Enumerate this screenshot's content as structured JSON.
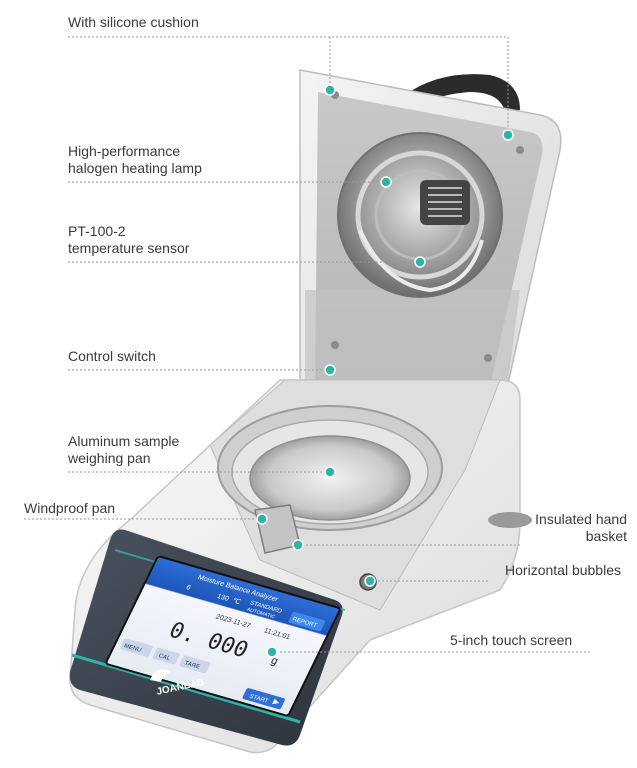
{
  "callouts": {
    "silicone_cushion": "With silicone cushion",
    "halogen_lamp_line1": "High-performance",
    "halogen_lamp_line2": "halogen heating lamp",
    "temp_sensor_line1": "PT-100-2",
    "temp_sensor_line2": "temperature sensor",
    "control_switch": "Control switch",
    "sample_pan_line1": "Aluminum sample",
    "sample_pan_line2": "weighing pan",
    "windproof_pan": "Windproof pan",
    "hand_basket_line1": "Insulated hand",
    "hand_basket_line2": "basket",
    "horizontal_bubbles": "Horizontal bubbles",
    "touch_screen": "5-inch touch screen"
  },
  "device_screen": {
    "title": "Moisture Balance Analyzer",
    "mode_value": "6",
    "temperature": "130",
    "temperature_unit": "℃",
    "standard_label": "STANDARD",
    "automatic_label": "AUTOMATIC",
    "report_button": "REPORT",
    "date": "2023-11-27",
    "time": "11:21:01",
    "weight_reading": "0. 000",
    "weight_unit": "g",
    "menu_button": "MENU",
    "cal_button": "CAL",
    "tare_button": "TARE",
    "start_button": "START"
  },
  "brand": {
    "logo_text": "JOANLAB"
  },
  "colors": {
    "accent_teal": "#2fb3a5",
    "screen_blue": "#2f6fd6",
    "body_dark": "#3c4451"
  }
}
